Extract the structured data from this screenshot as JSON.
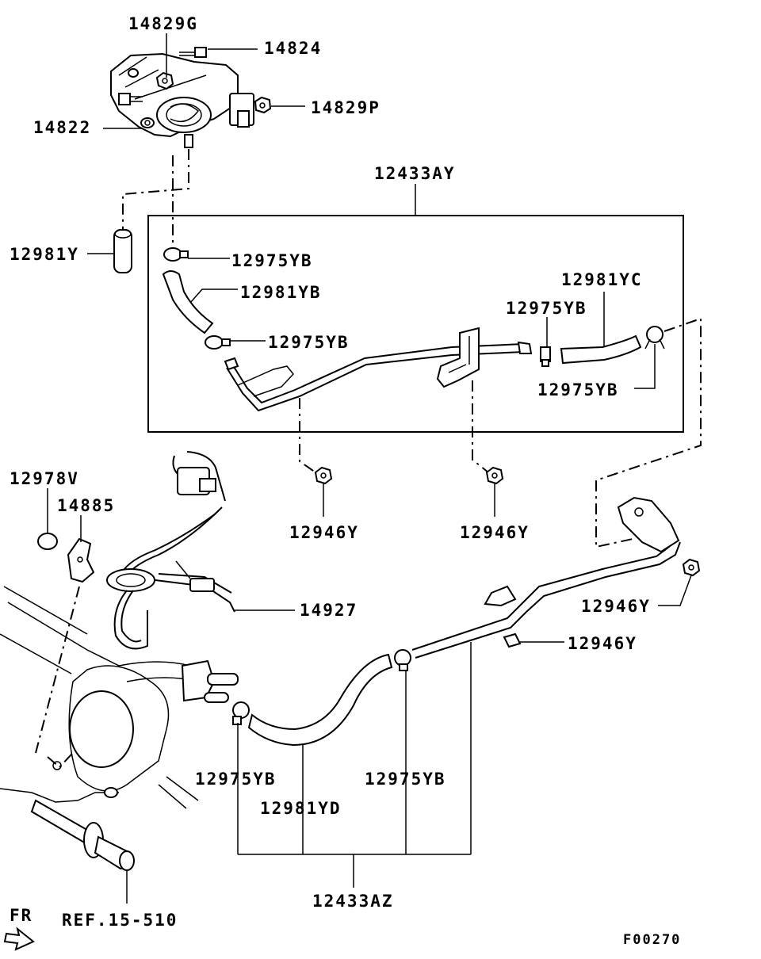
{
  "labels": {
    "p14829G": "14829G",
    "p14824": "14824",
    "p14829P": "14829P",
    "p14822": "14822",
    "p12433AY": "12433AY",
    "p12981Y": "12981Y",
    "p12975YB_a": "12975YB",
    "p12981YB": "12981YB",
    "p12975YB_b": "12975YB",
    "p12981YC": "12981YC",
    "p12975YB_c": "12975YB",
    "p12975YB_d": "12975YB",
    "p12946Y_a": "12946Y",
    "p12946Y_b": "12946Y",
    "p12978V": "12978V",
    "p14885": "14885",
    "p14927": "14927",
    "p12946Y_c": "12946Y",
    "p12946Y_d": "12946Y",
    "p12975YB_e": "12975YB",
    "p12975YB_f": "12975YB",
    "p12981YD": "12981YD",
    "p12433AZ": "12433AZ",
    "ref": "REF.15-510",
    "fr": "FR",
    "figure_code": "F00270"
  },
  "icons": {
    "front_arrow": "front-direction-arrow-icon"
  }
}
